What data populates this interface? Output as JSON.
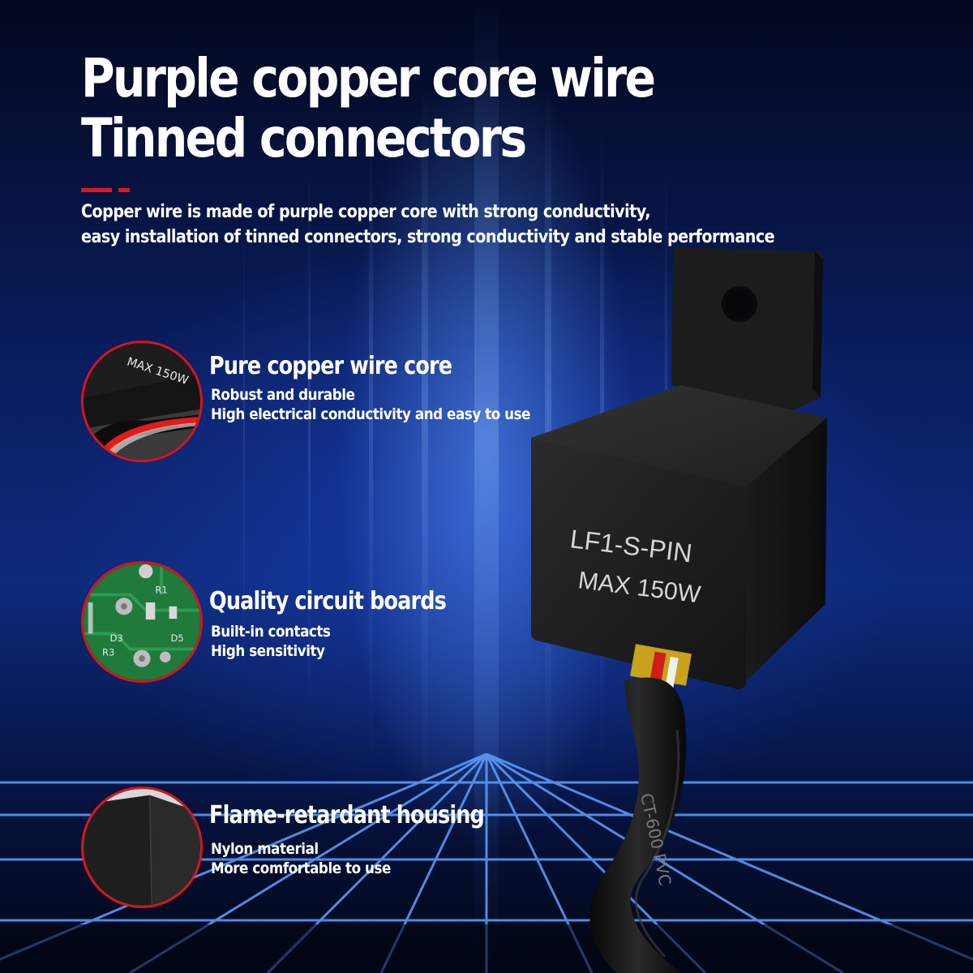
{
  "headline": {
    "line1": "Purple copper core wire",
    "line2": "Tinned connectors"
  },
  "intro": {
    "line1": "Copper wire is made of purple copper core with strong conductivity,",
    "line2": "easy installation of tinned connectors, strong conductivity and stable performance"
  },
  "features": [
    {
      "title": "Pure copper wire core",
      "lines": [
        "Robust and durable",
        "High electrical conductivity and easy to use"
      ],
      "thumb_text": "MAX 150W",
      "icon": "wire-closeup-icon"
    },
    {
      "title": "Quality circuit boards",
      "lines": [
        "Built-in contacts",
        "High sensitivity"
      ],
      "thumb_labels": [
        "R1",
        "D3",
        "R3",
        "D5"
      ],
      "icon": "circuit-board-icon"
    },
    {
      "title": "Flame-retardant housing",
      "lines": [
        "Nylon material",
        "More comfortable to use"
      ],
      "icon": "housing-corner-icon"
    }
  ],
  "product": {
    "model": "LF1-S-PIN",
    "rating": "MAX 150W",
    "cable_print": "CT-600  PVC",
    "icon": "flasher-relay-icon"
  },
  "colors": {
    "accent": "#e0161e",
    "background": "#0c2a7a",
    "text": "#ffffff"
  }
}
